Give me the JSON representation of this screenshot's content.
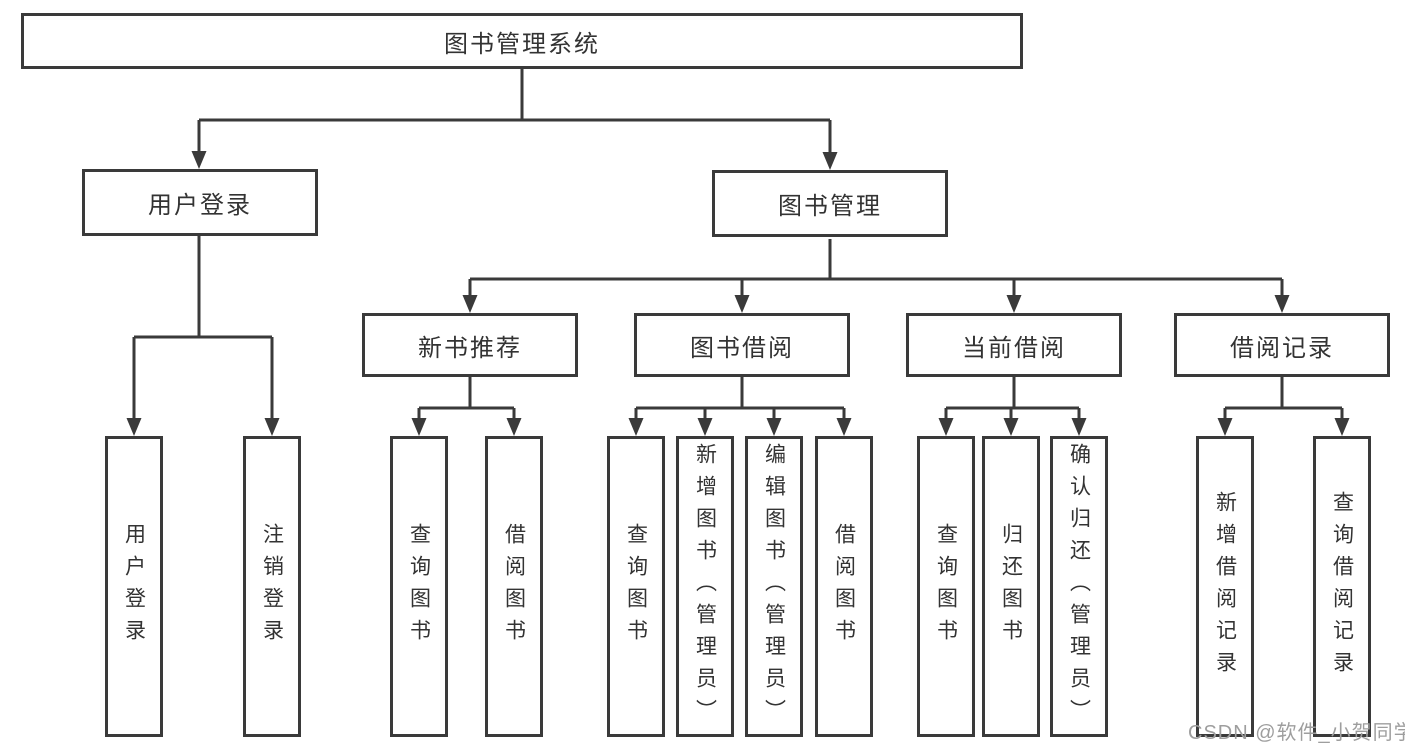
{
  "diagram": {
    "title": "图书管理系统",
    "tree": {
      "label": "图书管理系统",
      "children": [
        {
          "label": "用户登录",
          "children": [
            {
              "label": "用户登录"
            },
            {
              "label": "注销登录"
            }
          ]
        },
        {
          "label": "图书管理",
          "children": [
            {
              "label": "新书推荐",
              "children": [
                {
                  "label": "查询图书"
                },
                {
                  "label": "借阅图书"
                }
              ]
            },
            {
              "label": "图书借阅",
              "children": [
                {
                  "label": "查询图书"
                },
                {
                  "label": "新增图书（管理员）"
                },
                {
                  "label": "编辑图书（管理员）"
                },
                {
                  "label": "借阅图书"
                }
              ]
            },
            {
              "label": "当前借阅",
              "children": [
                {
                  "label": "查询图书"
                },
                {
                  "label": "归还图书"
                },
                {
                  "label": "确认归还（管理员）"
                }
              ]
            },
            {
              "label": "借阅记录",
              "children": [
                {
                  "label": "新增借阅记录"
                },
                {
                  "label": "查询借阅记录"
                }
              ]
            }
          ]
        }
      ]
    },
    "watermark": "CSDN @软件_小贺同学",
    "colors": {
      "line": "#3a3a3a",
      "text": "#333333",
      "watermark": "#9e9e9e",
      "background": "#ffffff"
    }
  }
}
